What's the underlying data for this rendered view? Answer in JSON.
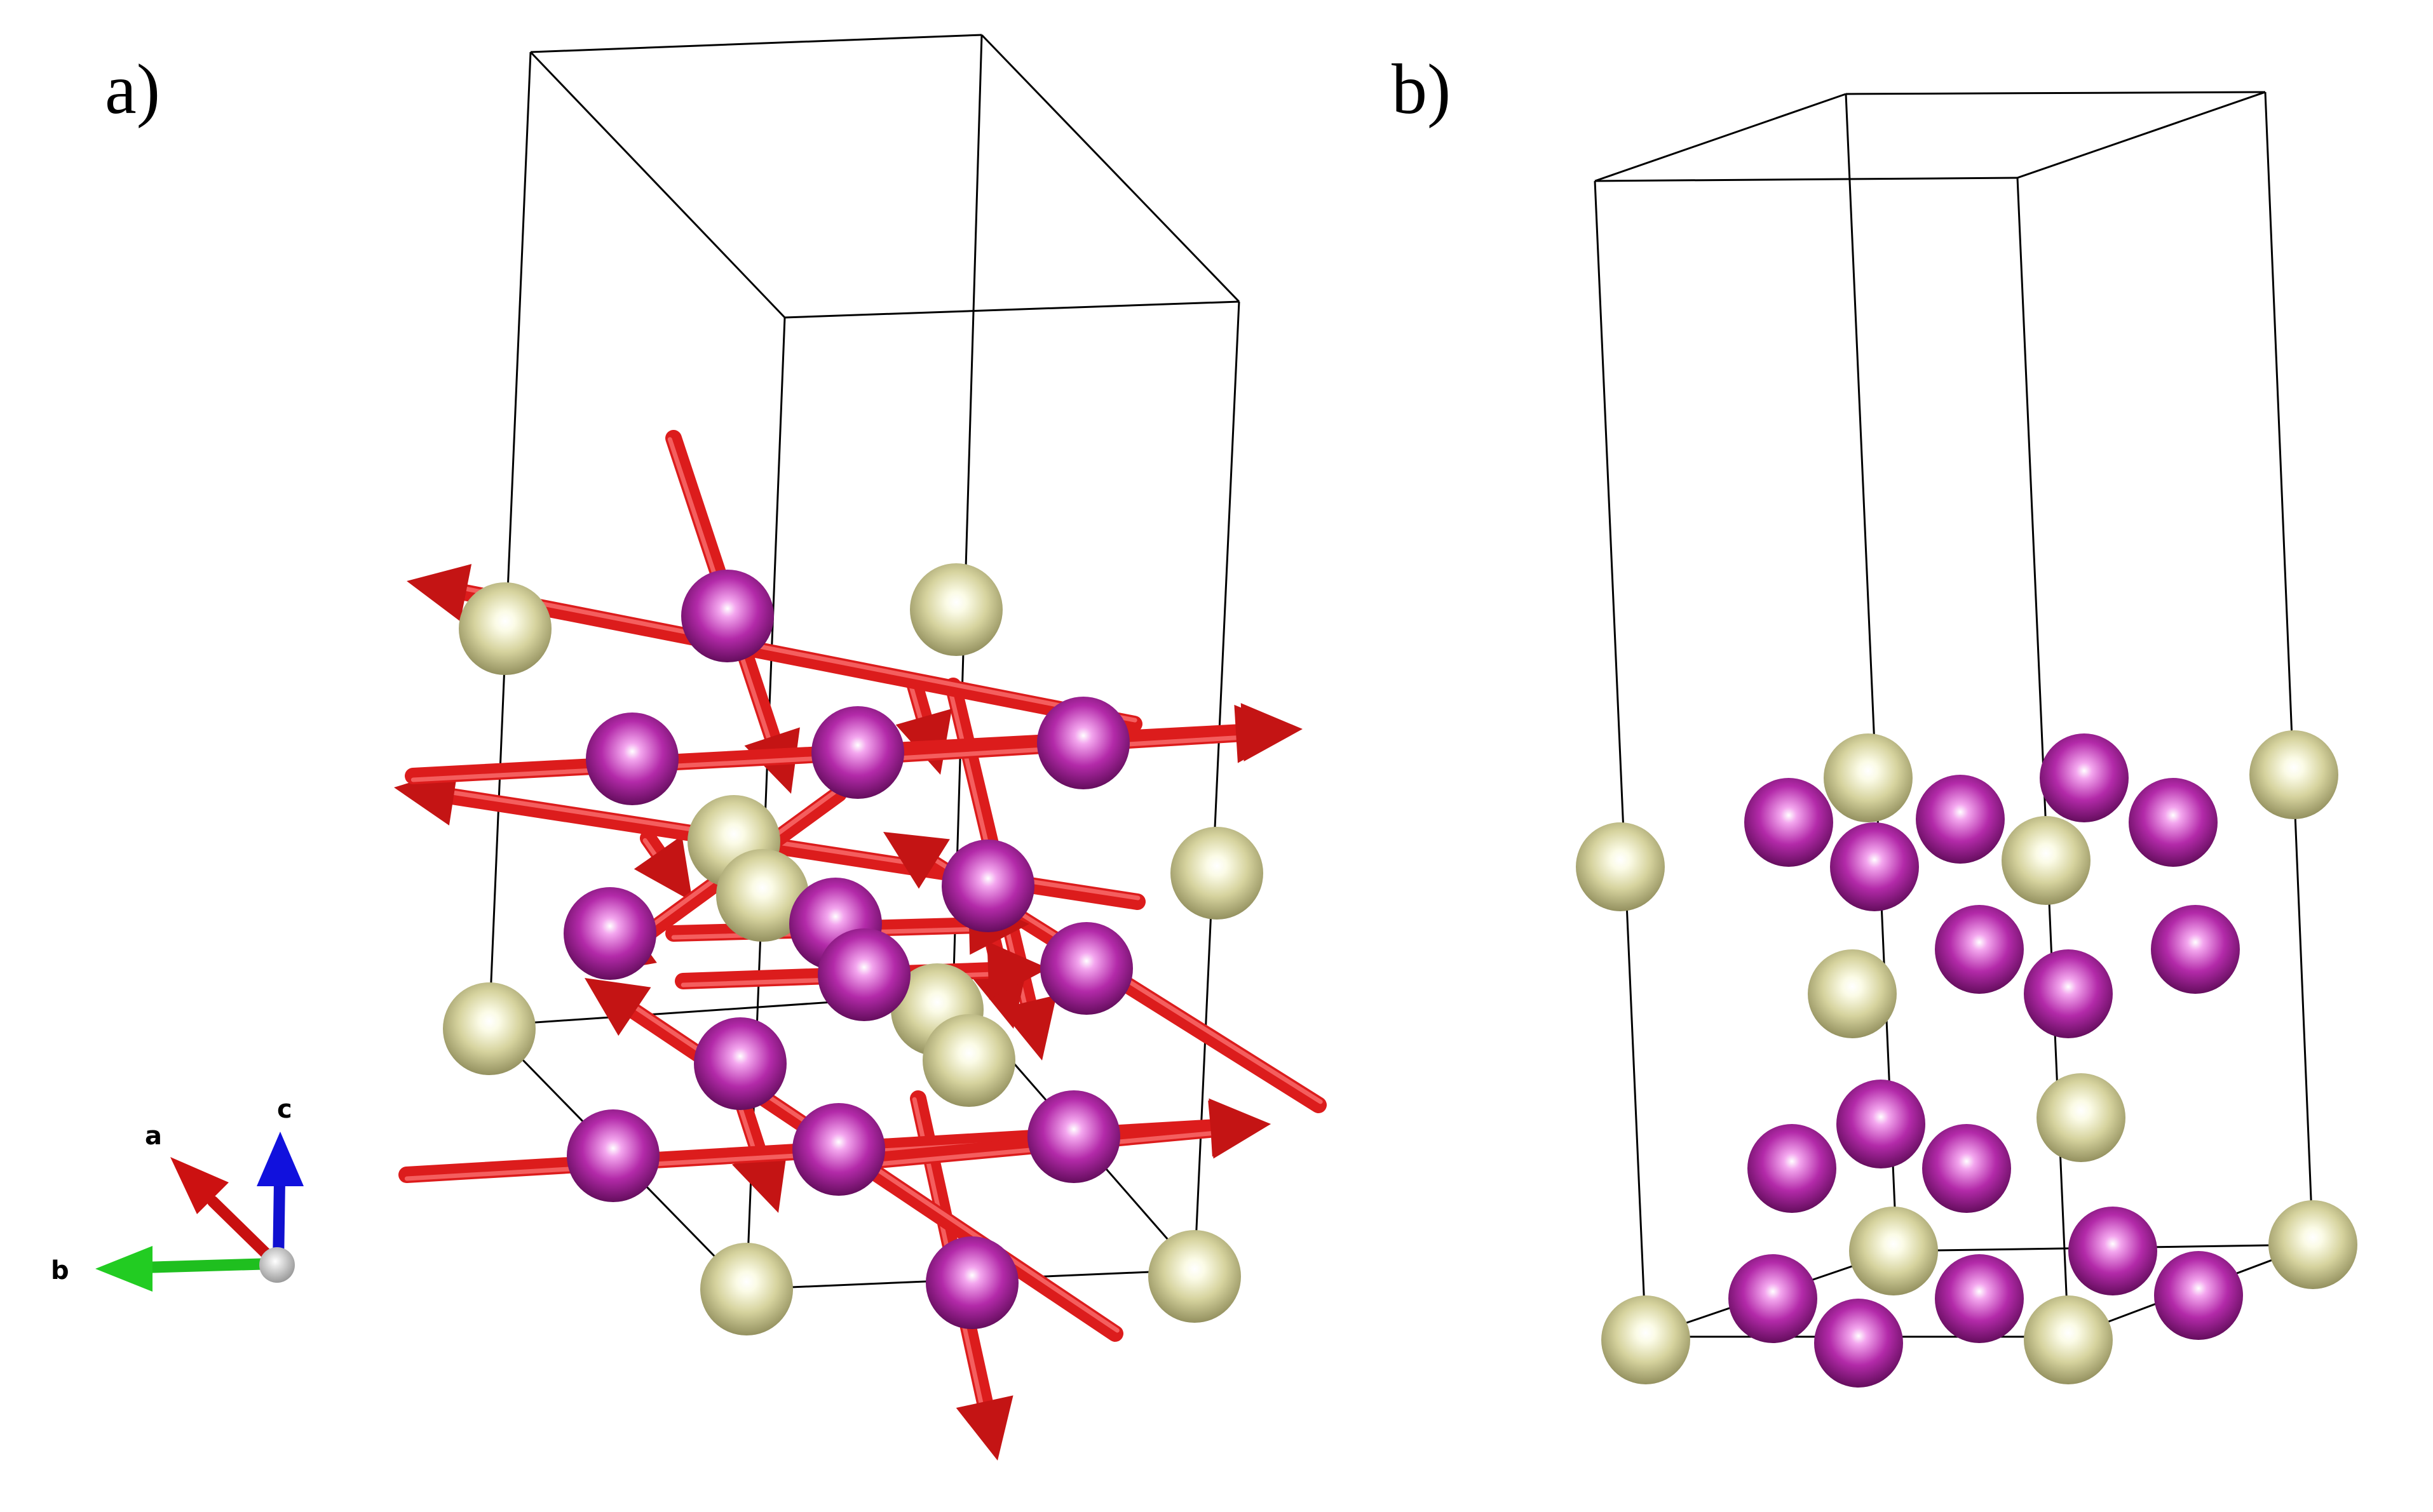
{
  "panels": {
    "a": {
      "label": "a)"
    },
    "b": {
      "label": "b)"
    }
  },
  "axes_indicator": {
    "a_label": "a",
    "b_label": "b",
    "c_label": "c",
    "a_color": "#cc1111",
    "b_color": "#22cc22",
    "c_color": "#1111dd"
  },
  "colors": {
    "cell_line": "#000000",
    "atom_light": "#c8c48a",
    "atom_purple": "#a8209e",
    "moment_arrow": "#e02020"
  }
}
